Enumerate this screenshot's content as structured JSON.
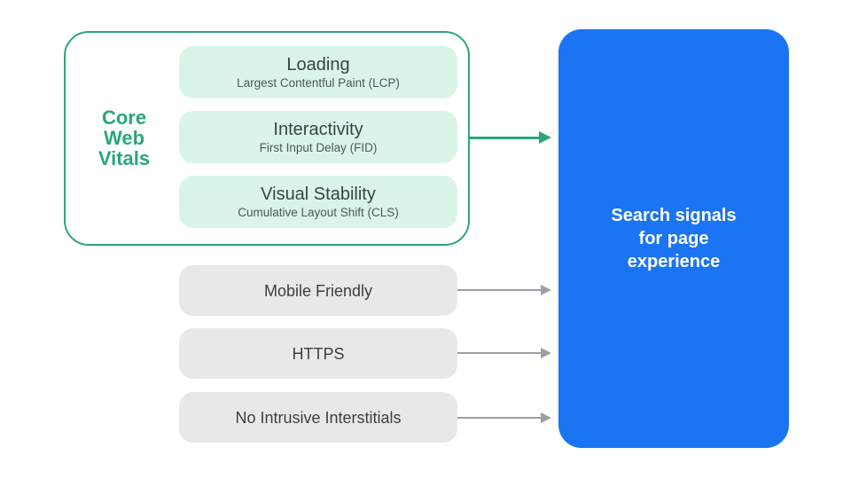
{
  "colors": {
    "green": "#2BA57E",
    "green_light": "#D8F5E8",
    "blue": "#1B74F3",
    "gray_box": "#E8E8E9",
    "arrow_gray": "#9AA0A6",
    "title_dark": "#36453E",
    "subtitle": "#4A5B52",
    "gray_label": "#3C4043"
  },
  "core_web_vitals": {
    "label": "Core Web Vitals",
    "items": [
      {
        "title": "Loading",
        "subtitle": "Largest Contentful Paint (LCP)"
      },
      {
        "title": "Interactivity",
        "subtitle": "First Input Delay (FID)"
      },
      {
        "title": "Visual Stability",
        "subtitle": "Cumulative Layout Shift (CLS)"
      }
    ]
  },
  "other_signals": [
    {
      "label": "Mobile Friendly"
    },
    {
      "label": "HTTPS"
    },
    {
      "label": "No Intrusive Interstitials"
    }
  ],
  "result": {
    "label": "Search signals for page experience"
  }
}
